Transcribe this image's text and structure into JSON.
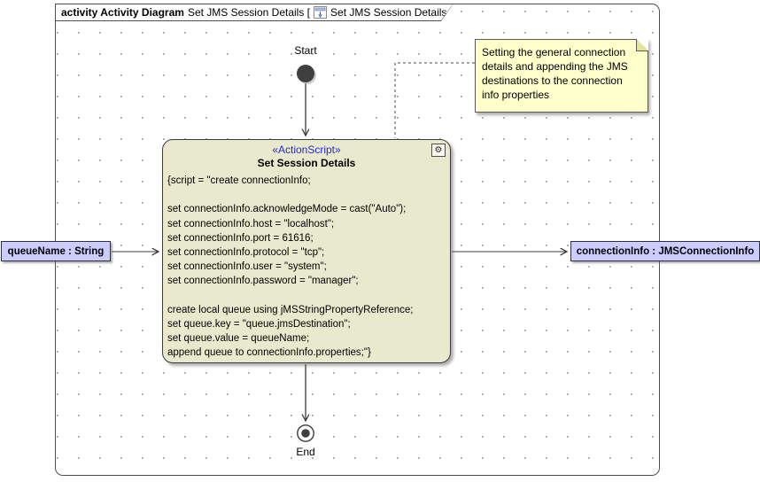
{
  "frame": {
    "keyword": "activity Activity Diagram",
    "diagram_name": "Set JMS Session Details [",
    "diagram_ref": "Set JMS Session Details ]"
  },
  "note": {
    "text": "Setting the general connection details and appending the JMS destinations to the connection info properties"
  },
  "start": {
    "label": "Start"
  },
  "end": {
    "label": "End"
  },
  "action": {
    "stereotype": "«ActionScript»",
    "name": "Set Session Details",
    "gear_glyph": "⚙",
    "script_lines": [
      "{script = \"create connectionInfo;",
      "",
      "set connectionInfo.acknowledgeMode = cast(\"Auto\");",
      "set connectionInfo.host = \"localhost\";",
      "set connectionInfo.port = 61616;",
      "set connectionInfo.protocol = \"tcp\";",
      "set connectionInfo.user = \"system\";",
      "set connectionInfo.password = \"manager\";",
      "",
      "create local queue using jMSStringPropertyReference;",
      "set queue.key = \"queue.jmsDestination\";",
      "set queue.value = queueName;",
      "append queue to connectionInfo.properties;\"}"
    ]
  },
  "pins": {
    "input": {
      "label": "queueName : String"
    },
    "output": {
      "label": "connectionInfo : JMSConnectionInfo"
    }
  },
  "colors": {
    "action_fill": "#e9e9cd",
    "note_fill": "#ffffcc",
    "pin_fill": "#ccccff",
    "stereotype_text": "#2929cf",
    "line": "#3c3c3c"
  }
}
